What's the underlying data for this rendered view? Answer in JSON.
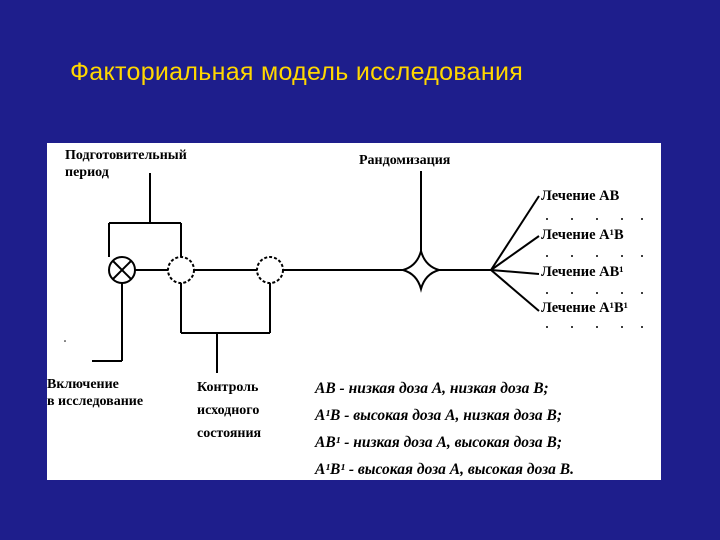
{
  "slide": {
    "title": "Факториальная модель исследования"
  },
  "diagram": {
    "labels": {
      "preparatory_line1": "Подготовительный",
      "preparatory_line2": "период",
      "randomization": "Рандомизация",
      "inclusion_line1": "Включение",
      "inclusion_line2": "в исследование",
      "baseline_line1": "Контроль",
      "baseline_line2": "исходного",
      "baseline_line3": "состояния"
    },
    "treatments": [
      "Лечение AB",
      "Лечение A¹B",
      "Лечение AB¹",
      "Лечение A¹B¹"
    ],
    "legend": [
      "AB - низкая доза A, низкая доза B;",
      "A¹B - высокая доза A, низкая доза B;",
      "AB¹ - низкая доза A, высокая доза B;",
      "A¹B¹ - высокая доза A, высокая доза B."
    ]
  }
}
